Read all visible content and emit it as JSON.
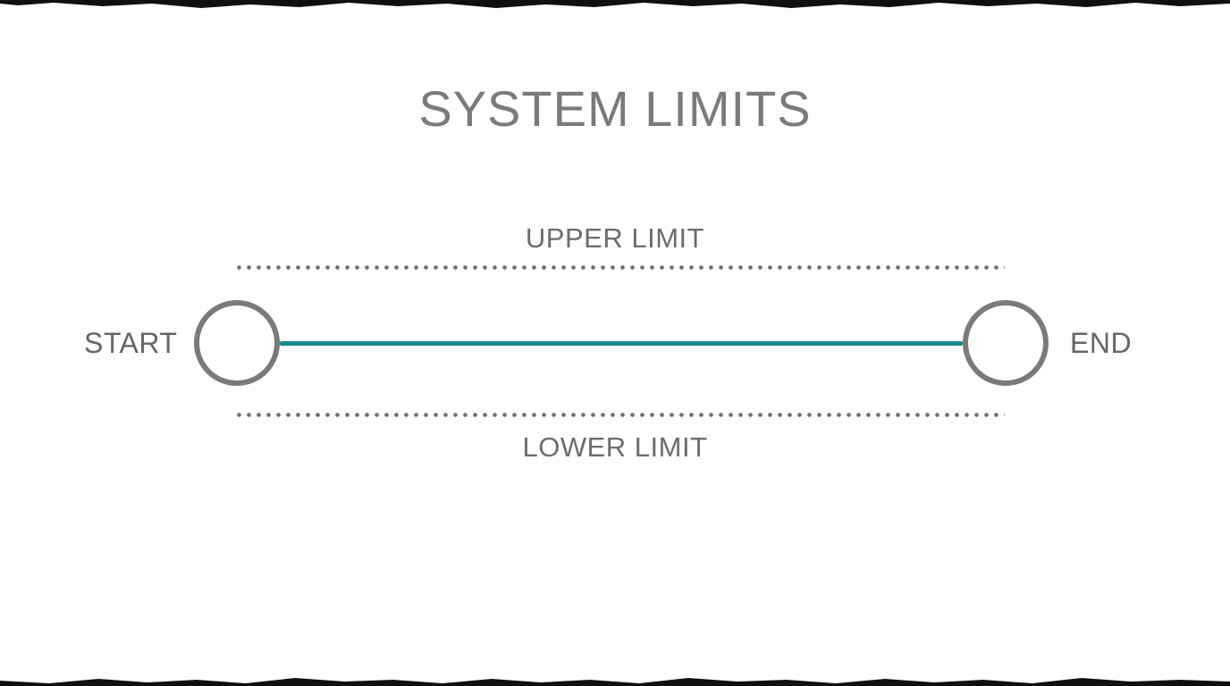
{
  "diagram": {
    "title": "SYSTEM LIMITS",
    "upper_limit_label": "UPPER LIMIT",
    "lower_limit_label": "LOWER LIMIT",
    "start_label": "START",
    "end_label": "END"
  },
  "colors": {
    "background": "#ffffff",
    "title-gray": "#7a7a7a",
    "label-gray": "#6c6c6c",
    "node-label-gray": "#666666",
    "circle-gray": "#7a7a7a",
    "dot-gray": "#6f6f6f",
    "line-teal": "#178b8d",
    "edge-black": "#101010"
  }
}
